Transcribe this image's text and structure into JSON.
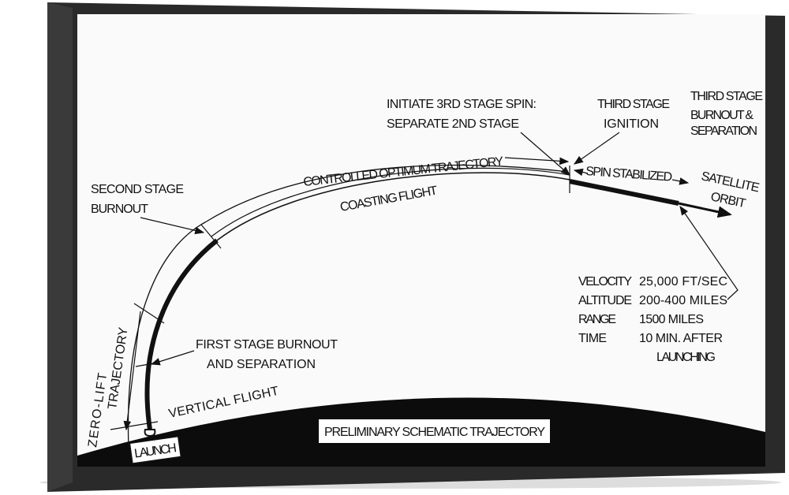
{
  "title": "PRELIMINARY SCHEMATIC TRAJECTORY",
  "launch": "LAUNCH",
  "labels": {
    "initiate_1": "INITIATE 3RD STAGE SPIN:",
    "initiate_2": "SEPARATE 2ND STAGE",
    "ignition_1": "THIRD STAGE",
    "ignition_2": "IGNITION",
    "burnout3_1": "THIRD STAGE",
    "burnout3_2": "BURNOUT &",
    "burnout3_3": "SEPARATION",
    "controlled": "CONTROLLED OPTIMUM TRAJECTORY",
    "coasting": "COASTING FLIGHT",
    "spin": "SPIN STABILIZED",
    "satellite_1": "SATELLITE",
    "satellite_2": "ORBIT",
    "second_1": "SECOND STAGE",
    "second_2": "BURNOUT",
    "first_1": "FIRST STAGE BURNOUT",
    "first_2": "AND SEPARATION",
    "vertical": "VERTICAL FLIGHT",
    "zero_1": "ZERO-LIFT",
    "zero_2": "TRAJECTORY"
  },
  "stats": [
    {
      "label": "VELOCITY",
      "value": "25,000 FT/SEC"
    },
    {
      "label": "ALTITUDE",
      "value": "200-400 MILES"
    },
    {
      "label": "RANGE",
      "value": "1500 MILES"
    },
    {
      "label": "TIME",
      "value": "10 MIN. AFTER"
    }
  ],
  "stats_cont": "LAUNCHING"
}
